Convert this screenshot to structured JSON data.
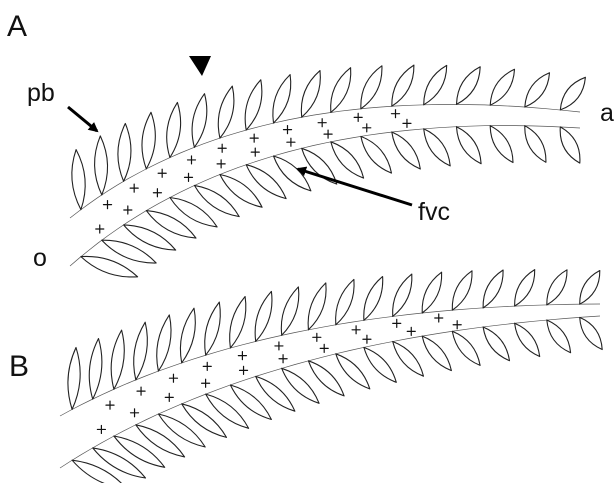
{
  "panels": [
    {
      "label": "A"
    },
    {
      "label": "B"
    }
  ],
  "annotations": {
    "pb": "pb",
    "fvc": "fvc",
    "a": "a",
    "o": "o"
  },
  "colors": {
    "ink": "#111111",
    "background": "#ffffff"
  }
}
